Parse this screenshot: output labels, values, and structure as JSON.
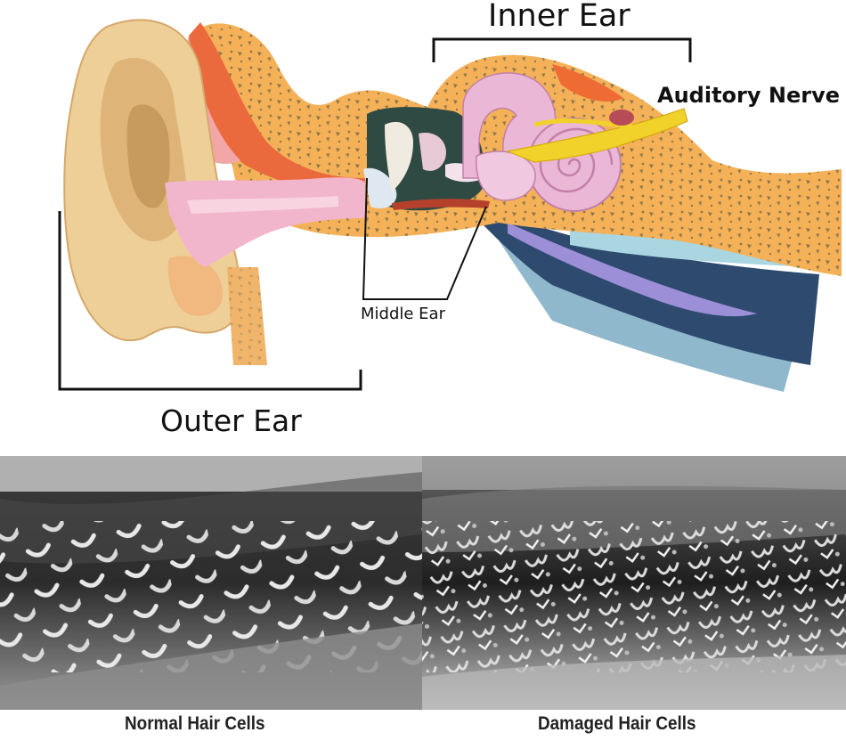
{
  "labels": {
    "inner_ear": "Inner Ear",
    "auditory_nerve": "Auditory Nerve",
    "middle_ear": "Middle Ear",
    "outer_ear": "Outer Ear"
  },
  "captions": {
    "normal": "Normal Hair Cells",
    "damaged": "Damaged Hair Cells"
  },
  "colors": {
    "pinna": "#efcf98",
    "bone": "#f5b158",
    "cochlea": "#eab8d6",
    "nerve": "#f1d22a",
    "canal": "#f1b9cc",
    "eustachian_tube": "#2e4a6e",
    "eustachian_inner": "#9c8fd8",
    "bracket": "#111111"
  }
}
